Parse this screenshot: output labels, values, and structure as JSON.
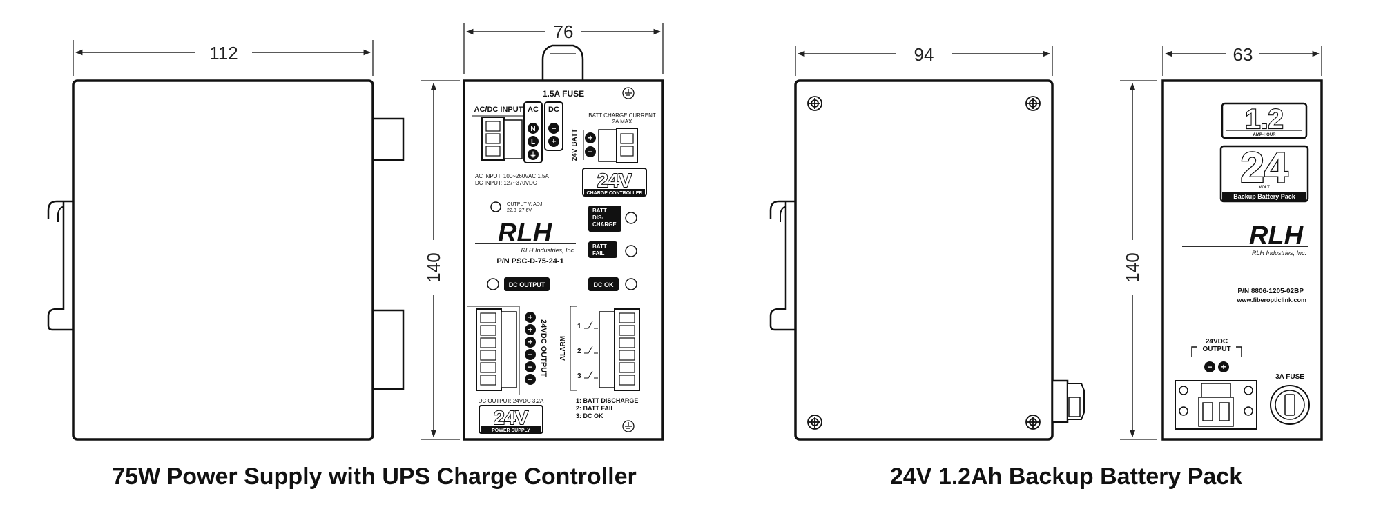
{
  "captions": {
    "power_supply": "75W Power Supply with UPS Charge Controller",
    "battery_pack": "24V 1.2Ah Backup Battery Pack"
  },
  "dimensions": {
    "ps_side_width": "112",
    "ps_front_width": "76",
    "ps_height": "140",
    "bat_side_width": "94",
    "bat_front_width": "63",
    "bat_height": "140"
  },
  "power_supply_front": {
    "fuse_label": "1.5A FUSE",
    "acdc_input_label": "AC/DC INPUT",
    "ac_label": "AC",
    "dc_label": "DC",
    "ac_terminals": [
      "N",
      "L",
      "⏚"
    ],
    "dc_terminals": [
      "−",
      "+"
    ],
    "batt_charge_current": "BATT CHARGE CURRENT",
    "batt_charge_max": "2A MAX",
    "batt_24v_label": "24V BATT",
    "ac_input_spec": "AC INPUT: 100~260VAC  1.5A",
    "dc_input_spec": "DC INPUT: 127~370VDC",
    "charge_controller_big": "24V",
    "charge_controller_small": "CHARGE CONTROLLER",
    "output_adj_line1": "OUTPUT V. ADJ.",
    "output_adj_line2": "22.8~27.6V",
    "batt_discharge_label": [
      "BATT",
      "DIS-",
      "CHARGE"
    ],
    "batt_fail_label": [
      "BATT",
      "FAIL"
    ],
    "logo": "RLH",
    "company": "RLH Industries, Inc.",
    "part_number": "P/N  PSC-D-75-24-1",
    "dc_output_badge": "DC OUTPUT",
    "dc_ok_badge": "DC OK",
    "output_label": "24VDC OUTPUT",
    "output_terminals": [
      "+",
      "+",
      "+",
      "−",
      "−",
      "−"
    ],
    "alarm_label": "ALARM",
    "alarm_numbers": [
      "1",
      "2",
      "3"
    ],
    "dc_output_spec": "DC OUTPUT: 24VDC   3.2A",
    "power_supply_big": "24V",
    "power_supply_small": "POWER SUPPLY",
    "alarm_legend": [
      "1: BATT DISCHARGE",
      "2: BATT FAIL",
      "3: DC OK"
    ]
  },
  "battery_front": {
    "amp_hour_big": "1.2",
    "amp_hour_small": "AMP-HOUR",
    "volt_big": "24",
    "volt_small": "VOLT",
    "pack_label": "Backup Battery Pack",
    "logo": "RLH",
    "company": "RLH Industries, Inc.",
    "part_number": "P/N 8806-1205-02BP",
    "website": "www.fiberopticlink.com",
    "output_line1": "24VDC",
    "output_line2": "OUTPUT",
    "output_terminals": [
      "−",
      "+"
    ],
    "fuse_label": "3A FUSE"
  }
}
